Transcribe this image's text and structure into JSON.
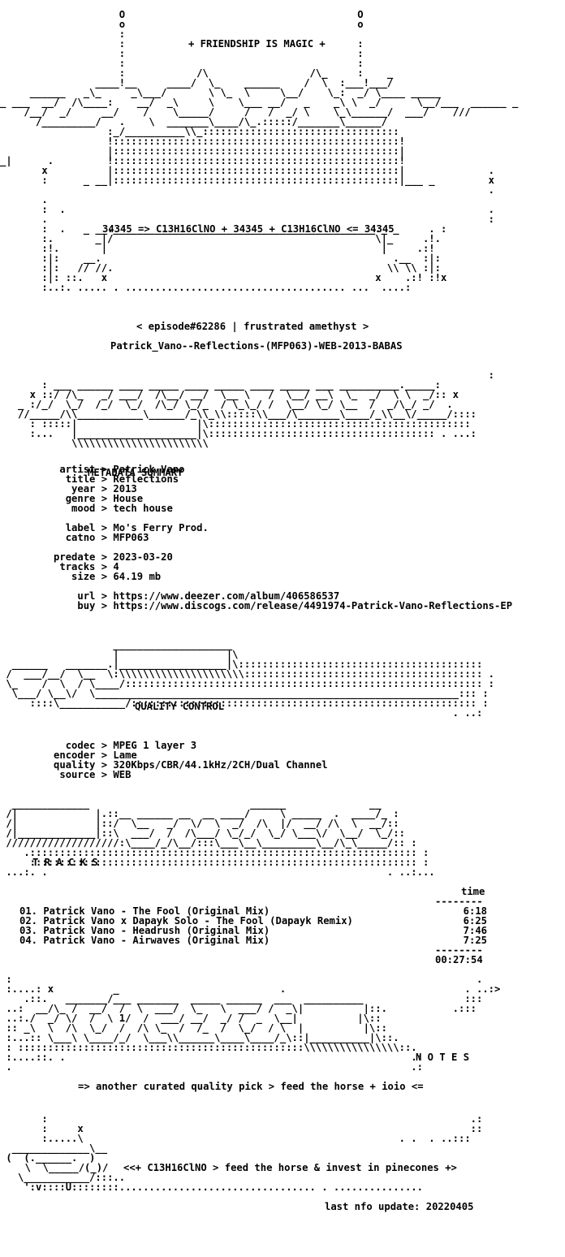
{
  "header": {
    "title": "+ FRIENDSHIP IS MAGIC +",
    "formula": "34345 => C13H16ClNO + 34345 + C13H16ClNO <= 34345",
    "episode": "< episode#62286 | frustrated amethyst >",
    "release": "Patrick_Vano--Reflections-(MFP063)-WEB-2013-BABAS"
  },
  "metadata": {
    "heading": "METADATA SUMMARY",
    "artist": "Patrick Vano",
    "title": "Reflections",
    "year": "2013",
    "genre": "House",
    "mood": "tech house",
    "label": "Mo's Ferry Prod.",
    "catno": "MFP063",
    "predate": "2023-03-20",
    "tracks": "4",
    "size": "64.19 mb",
    "url": "https://www.deezer.com/album/406586537",
    "buy": "https://www.discogs.com/release/4491974-Patrick-Vano-Reflections-EP"
  },
  "quality": {
    "heading": "QUALITY CONTROL",
    "codec": "MPEG 1 layer 3",
    "encoder": "Lame",
    "quality": "320Kbps/CBR/44.1kHz/2CH/Dual Channel",
    "source": "WEB"
  },
  "tracks": {
    "heading": "T R A C K S",
    "time_header": "time",
    "items": [
      {
        "line": "01. Patrick Vano - The Fool (Original Mix)",
        "time": "6:18"
      },
      {
        "line": "02. Patrick Vano x Dapayk Solo - The Fool (Dapayk Remix)",
        "time": "6:25"
      },
      {
        "line": "03. Patrick Vano - Headrush (Original Mix)",
        "time": "7:46"
      },
      {
        "line": "04. Patrick Vano - Airwaves (Original Mix)",
        "time": "7:25"
      }
    ],
    "total": "00:27:54"
  },
  "notes": {
    "heading": "N O T E S",
    "text": "=> another curated quality pick > feed the horse + ioio <="
  },
  "footer": {
    "tagline": "<<+ C13H16ClNO > feed the horse & invest in pinecones +>",
    "last_update": "last nfo update: 20220405"
  }
}
